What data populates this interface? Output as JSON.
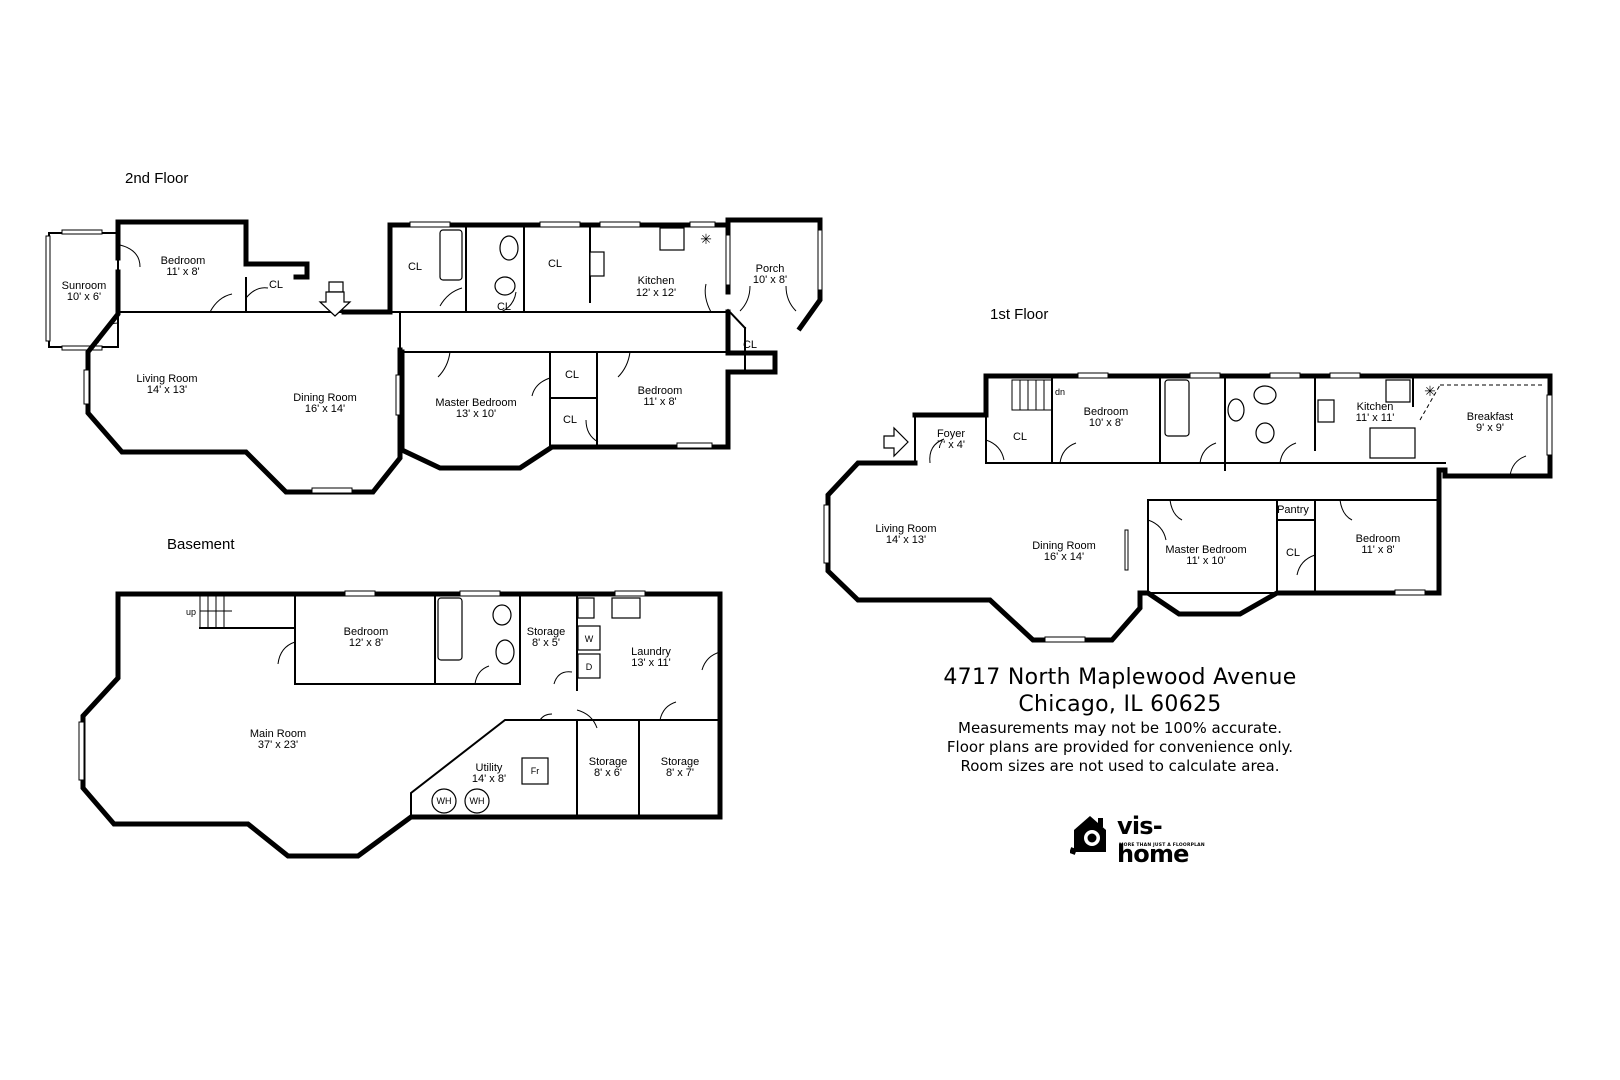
{
  "floors": {
    "second": {
      "title": "2nd Floor",
      "rooms": {
        "sunroom": {
          "name": "Sunroom",
          "size": "10' x 6'"
        },
        "bedroom_a": {
          "name": "Bedroom",
          "size": "11' x 8'"
        },
        "closet_a": {
          "name": "CL"
        },
        "closet_b": {
          "name": "CL"
        },
        "closet_c": {
          "name": "CL"
        },
        "closet_d": {
          "name": "CL"
        },
        "kitchen": {
          "name": "Kitchen",
          "size": "12' x 12'"
        },
        "porch": {
          "name": "Porch",
          "size": "10' x 8'"
        },
        "closet_e": {
          "name": "CL"
        },
        "living": {
          "name": "Living Room",
          "size": "14' x 13'"
        },
        "dining": {
          "name": "Dining Room",
          "size": "16' x 14'"
        },
        "master": {
          "name": "Master Bedroom",
          "size": "13' x 10'"
        },
        "closet_f": {
          "name": "CL"
        },
        "closet_g": {
          "name": "CL"
        },
        "bedroom_b": {
          "name": "Bedroom",
          "size": "11' x 8'"
        }
      }
    },
    "basement": {
      "title": "Basement",
      "rooms": {
        "stair_up": {
          "name": "up"
        },
        "bedroom": {
          "name": "Bedroom",
          "size": "12' x 8'"
        },
        "storage_a": {
          "name": "Storage",
          "size": "8' x 5'"
        },
        "laundry": {
          "name": "Laundry",
          "size": "13' x 11'"
        },
        "washer": {
          "name": "W"
        },
        "dryer": {
          "name": "D"
        },
        "main": {
          "name": "Main Room",
          "size": "37' x 23'"
        },
        "utility": {
          "name": "Utility",
          "size": "14' x 8'"
        },
        "furnace": {
          "name": "Fr"
        },
        "water_heater_1": {
          "name": "WH"
        },
        "water_heater_2": {
          "name": "WH"
        },
        "storage_b": {
          "name": "Storage",
          "size": "8' x 6'"
        },
        "storage_c": {
          "name": "Storage",
          "size": "8' x 7'"
        }
      }
    },
    "first": {
      "title": "1st Floor",
      "rooms": {
        "foyer": {
          "name": "Foyer",
          "size": "7' x 4'"
        },
        "closet_a": {
          "name": "CL"
        },
        "stair_dn": {
          "name": "dn"
        },
        "bedroom_a": {
          "name": "Bedroom",
          "size": "10' x 8'"
        },
        "kitchen": {
          "name": "Kitchen",
          "size": "11' x 11'"
        },
        "breakfast": {
          "name": "Breakfast",
          "size": "9' x 9'"
        },
        "living": {
          "name": "Living Room",
          "size": "14' x 13'"
        },
        "dining": {
          "name": "Dining Room",
          "size": "16' x 14'"
        },
        "master": {
          "name": "Master Bedroom",
          "size": "11' x 10'"
        },
        "pantry": {
          "name": "Pantry"
        },
        "closet_b": {
          "name": "CL"
        },
        "bedroom_b": {
          "name": "Bedroom",
          "size": "11' x 8'"
        }
      }
    }
  },
  "info": {
    "address_line1": "4717 North Maplewood Avenue",
    "address_line2": "Chicago, IL 60625",
    "disclaimer1": "Measurements may not be 100% accurate.",
    "disclaimer2": "Floor plans are provided for convenience only.",
    "disclaimer3": "Room sizes are not used to calculate area."
  },
  "logo": {
    "brand": "vis-home",
    "tagline": "MORE THAN JUST A FLOORPLAN",
    "icon": "house-camera-icon"
  },
  "icons": {
    "entry_arrow": "entry-arrow-icon",
    "stove": "stove-icon",
    "fan": "snowflake-icon",
    "sink": "sink-icon",
    "toilet": "toilet-icon",
    "tub": "bathtub-icon"
  }
}
